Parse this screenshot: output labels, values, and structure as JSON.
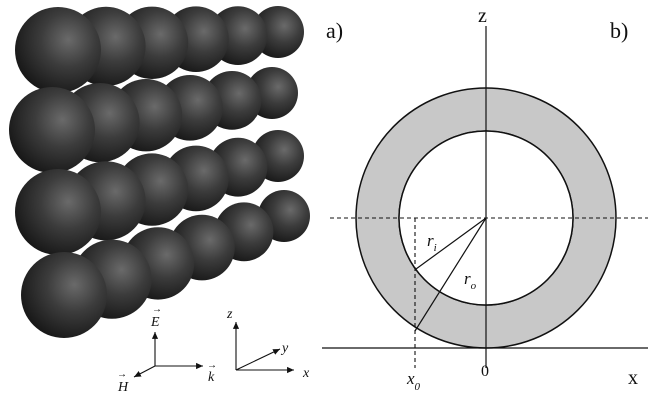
{
  "panel_a": {
    "label": "a)",
    "sphere_array": {
      "rows": 4,
      "columns": 6
    },
    "field_axes": {
      "e": "E",
      "k": "k",
      "h": "H"
    },
    "coord_axes": {
      "x": "x",
      "y": "y",
      "z": "z"
    }
  },
  "panel_b": {
    "label": "b)",
    "axis_z": "z",
    "axis_x": "x",
    "origin": "0",
    "x0": {
      "base": "x",
      "sub": "0"
    },
    "r_inner": {
      "base": "r",
      "sub": "i"
    },
    "r_outer": {
      "base": "r",
      "sub": "o"
    },
    "shell_color": "#c8c8c8",
    "sphere_color": "#3a3a3a"
  }
}
